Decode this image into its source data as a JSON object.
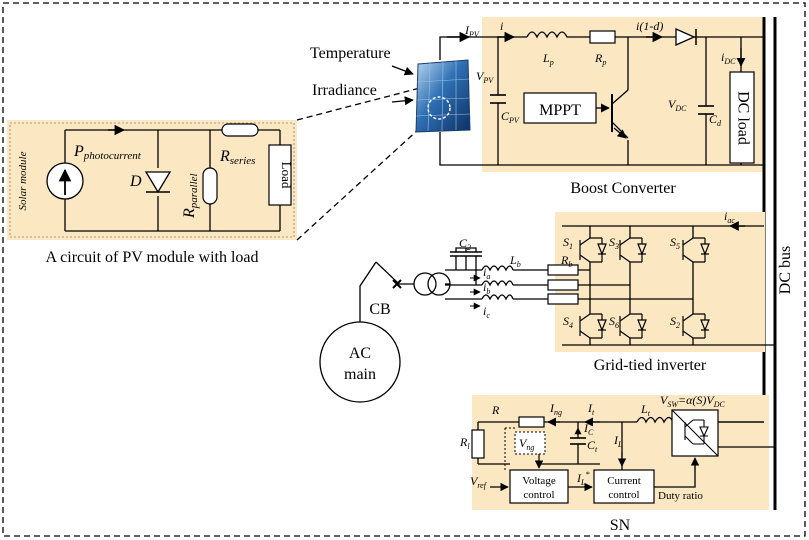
{
  "pv_inset": {
    "solar_module": "Solar module",
    "p_main": "P",
    "p_sub": "photocurrent",
    "d": "D",
    "r_par_main": "R",
    "r_par_sub": "parallel",
    "r_ser_main": "R",
    "r_ser_sub": "series",
    "load": "Load",
    "caption": "A circuit of PV module with load"
  },
  "inputs": {
    "temperature": "Temperature",
    "irradiance": "Irradiance"
  },
  "boost": {
    "ipv_main": "I",
    "ipv_sub": "PV",
    "i": "i",
    "lp_main": "L",
    "lp_sub": "p",
    "rp_main": "R",
    "rp_sub": "p",
    "i1d": "i(1-d)",
    "vpv_main": "V",
    "vpv_sub": "PV",
    "cpv_main": "C",
    "cpv_sub": "PV",
    "mppt": "MPPT",
    "vdc_main": "V",
    "vdc_sub": "DC",
    "cd_main": "C",
    "cd_sub": "d",
    "idc_main": "i",
    "idc_sub": "DC",
    "dc_load": "DC load",
    "caption": "Boost Converter"
  },
  "inverter": {
    "iac_main": "i",
    "iac_sub": "ac",
    "s1_main": "S",
    "s1_sub": "1",
    "s3_main": "S",
    "s3_sub": "3",
    "s5_main": "S",
    "s5_sub": "5",
    "s4_main": "S",
    "s4_sub": "4",
    "s6_main": "S",
    "s6_sub": "6",
    "s2_main": "S",
    "s2_sub": "2",
    "c2_main": "C",
    "c2_sub": "2",
    "lb_main": "L",
    "lb_sub": "b",
    "rb_main": "R",
    "rb_sub": "b",
    "ia_main": "i",
    "ia_sub": "a",
    "ib_main": "i",
    "ib_sub": "b",
    "ic_main": "i",
    "ic_sub": "c",
    "caption": "Grid-tied inverter"
  },
  "grid": {
    "cb": "CB",
    "ac_line1": "AC",
    "ac_line2": "main"
  },
  "bus": {
    "label": "DC bus"
  },
  "sn": {
    "r": "R",
    "rl_main": "R",
    "rl_sub": "l",
    "ing_main": "I",
    "ing_sub": "ng",
    "it_main": "I",
    "it_sub": "t",
    "lt_main": "L",
    "lt_sub": "t",
    "vsw": "V",
    "vsw_sub": "SW",
    "vsw_eq": "=α(S)V",
    "vsw_dc": "DC",
    "ic_main": "I",
    "ic_sub": "C",
    "ct_main": "C",
    "ct_sub": "t",
    "vng_main": "V",
    "vng_sub": "ng",
    "il_main": "I",
    "il_sub": "L",
    "vref_main": "V",
    "vref_sub": "ref",
    "istar_main": "I",
    "istar_sub": "L",
    "istar_sup": "*",
    "voltage_control_1": "Voltage",
    "voltage_control_2": "control",
    "current_control_1": "Current",
    "current_control_2": "control",
    "duty_ratio": "Duty ratio",
    "caption": "SN"
  }
}
